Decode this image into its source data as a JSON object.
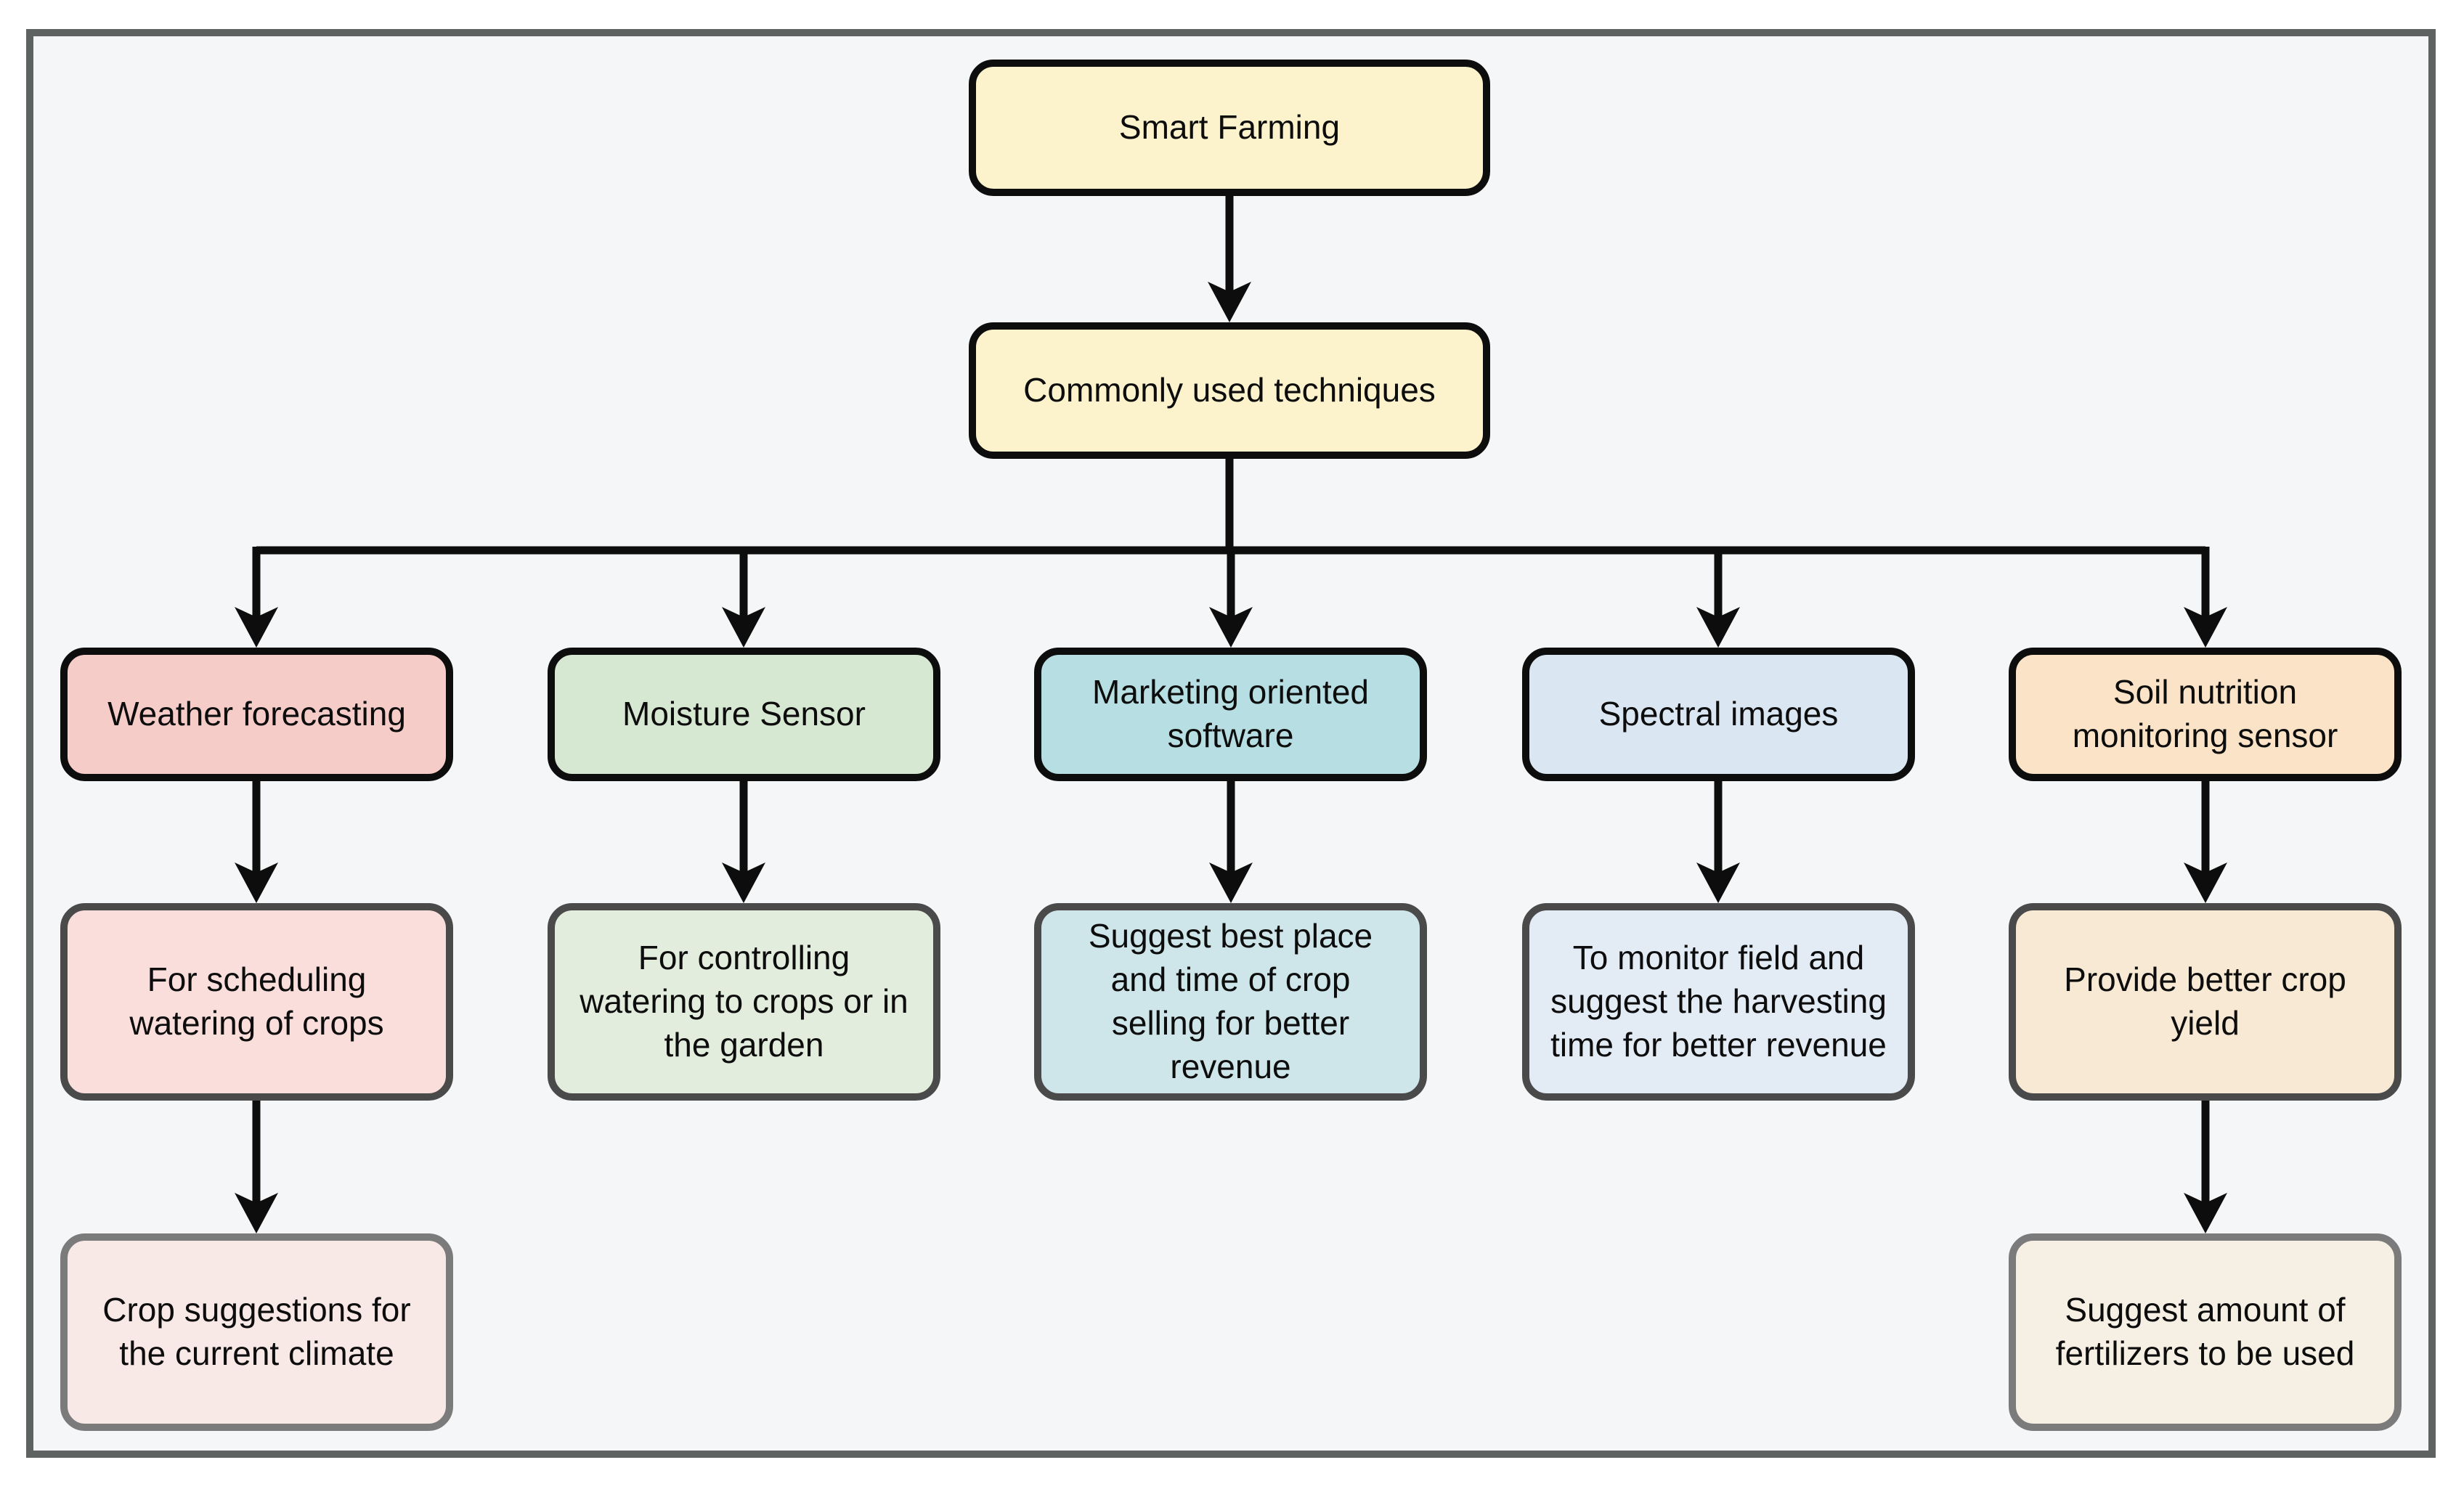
{
  "diagram": {
    "type": "flowchart",
    "background_color": "#f5f6f7",
    "frame_border_color": "#5e6260",
    "arrow_color": "#0d0d0d",
    "nodes": {
      "smart_farming": {
        "label": "Smart Farming",
        "fill": "#fcf3cd",
        "border": "#0d0d0d",
        "level": 1
      },
      "techniques": {
        "label": "Commonly used techniques",
        "fill": "#fcf3cd",
        "border": "#0d0d0d",
        "level": 2
      },
      "weather": {
        "label": "Weather forecasting",
        "fill": "#f6ccc8",
        "border": "#0d0d0d",
        "level": 3
      },
      "moisture": {
        "label": "Moisture Sensor",
        "fill": "#d7e8d2",
        "border": "#0d0d0d",
        "level": 3
      },
      "marketing": {
        "label": "Marketing oriented software",
        "fill": "#b7dee2",
        "border": "#0d0d0d",
        "level": 3
      },
      "spectral": {
        "label": "Spectral images",
        "fill": "#dae6f2",
        "border": "#0d0d0d",
        "level": 3
      },
      "soil": {
        "label": "Soil nutrition monitoring sensor",
        "fill": "#fae3c6",
        "border": "#0d0d0d",
        "level": 3
      },
      "scheduling": {
        "label": "For scheduling watering of crops",
        "fill": "#f9dedc",
        "border": "#4a4a4a",
        "level": 4
      },
      "controlling": {
        "label": "For controlling watering to crops or in the garden",
        "fill": "#e2eddd",
        "border": "#4a4a4a",
        "level": 4
      },
      "best_place": {
        "label": "Suggest best place and time of crop selling for better revenue",
        "fill": "#cee6e9",
        "border": "#4a4a4a",
        "level": 4
      },
      "monitor": {
        "label": "To monitor field and suggest the harvesting time for better revenue",
        "fill": "#e3ebf5",
        "border": "#4a4a4a",
        "level": 4
      },
      "yield": {
        "label": "Provide better crop yield",
        "fill": "#f8e9d5",
        "border": "#4a4a4a",
        "level": 4
      },
      "crop_suggestions": {
        "label": "Crop suggestions for the current climate",
        "fill": "#f8e8e6",
        "border": "#7b7b7b",
        "level": 5
      },
      "fertilizers": {
        "label": "Suggest amount of fertilizers to be used",
        "fill": "#f6efe3",
        "border": "#7b7b7b",
        "level": 5
      }
    },
    "edges": [
      "smart_farming -> techniques",
      "techniques -> weather",
      "techniques -> moisture",
      "techniques -> marketing",
      "techniques -> spectral",
      "techniques -> soil",
      "weather -> scheduling",
      "moisture -> controlling",
      "marketing -> best_place",
      "spectral -> monitor",
      "soil -> yield",
      "scheduling -> crop_suggestions",
      "yield -> fertilizers"
    ]
  }
}
